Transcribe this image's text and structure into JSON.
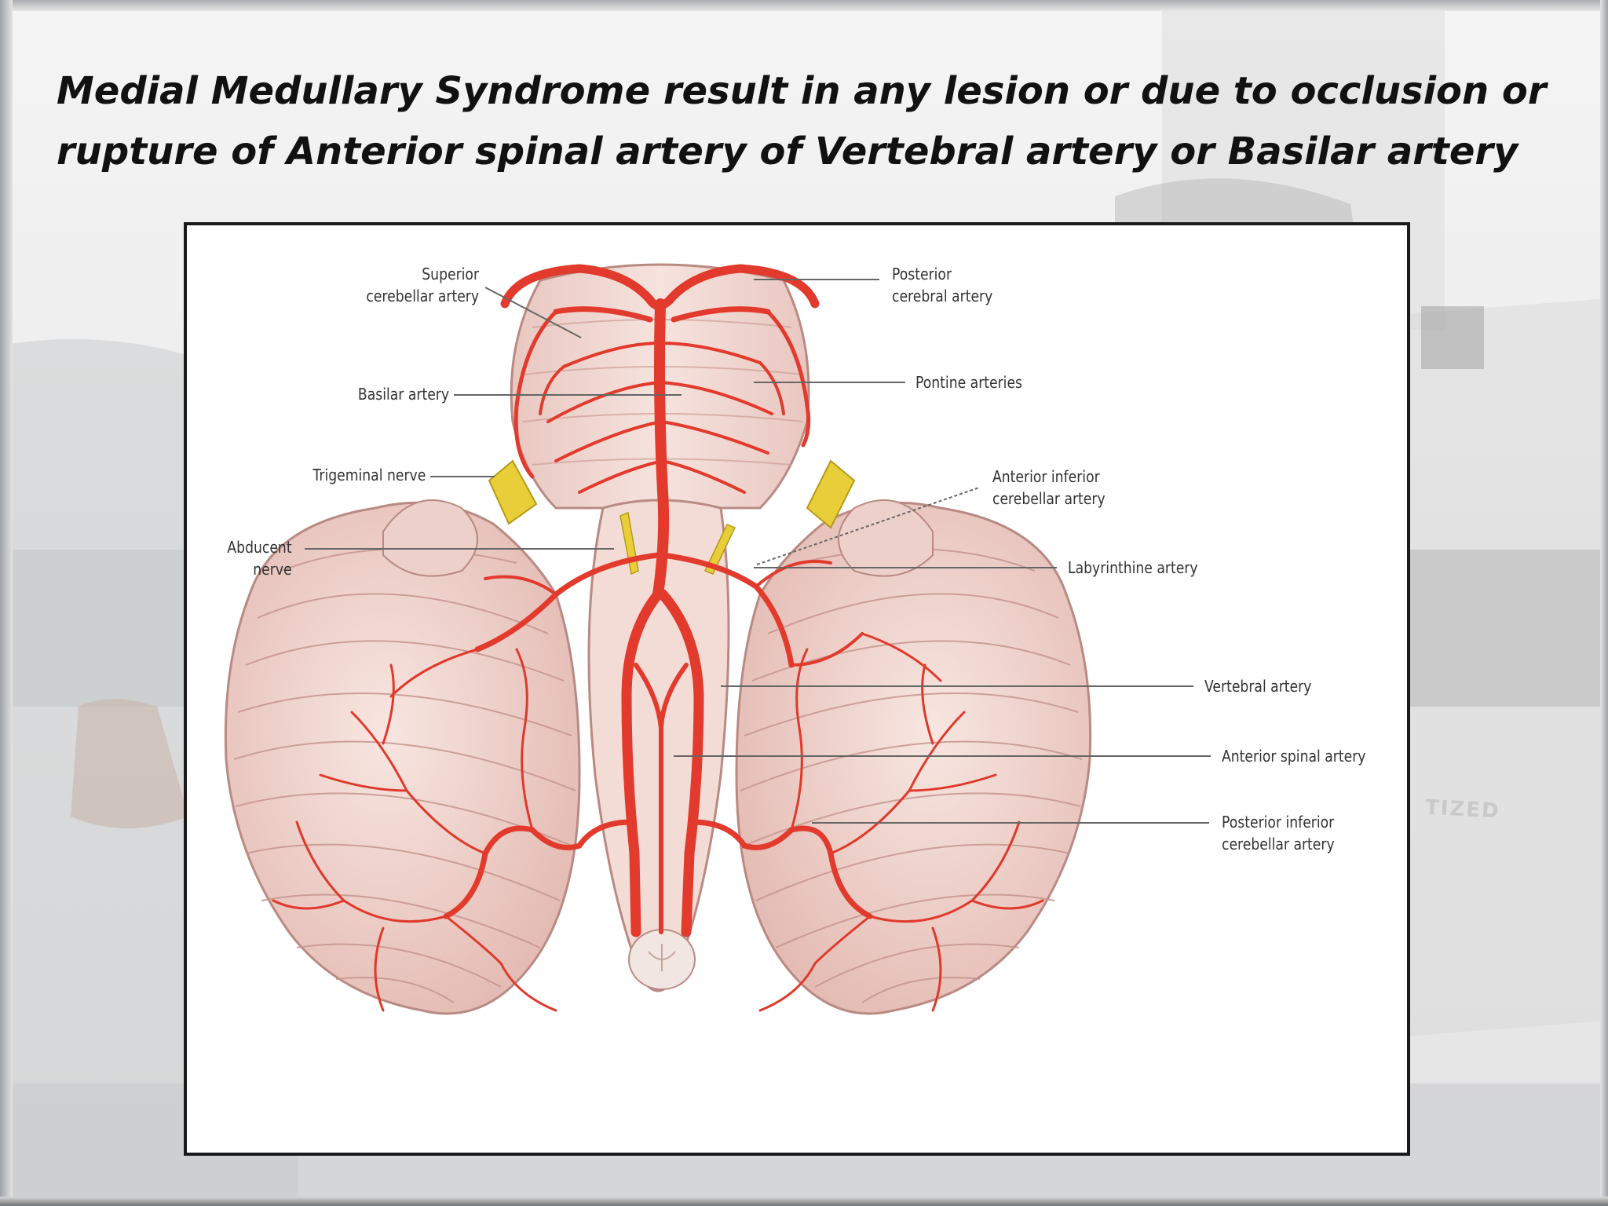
{
  "title": {
    "line1": "Medial Medullary Syndrome result in any lesion or due to occlusion or",
    "line2": "rupture of Anterior spinal artery of Vertebral artery or Basilar artery"
  },
  "labels": {
    "superior_cerebellar": [
      "Superior",
      "cerebellar artery"
    ],
    "posterior_cerebral": [
      "Posterior",
      "cerebral artery"
    ],
    "basilar": "Basilar artery",
    "pontine": "Pontine arteries",
    "trigeminal": "Trigeminal nerve",
    "anterior_inferior_cerebellar": [
      "Anterior inferior",
      "cerebellar artery"
    ],
    "abducent": [
      "Abducent",
      "nerve"
    ],
    "labyrinthine": "Labyrinthine artery",
    "vertebral": "Vertebral artery",
    "anterior_spinal": "Anterior spinal artery",
    "posterior_inferior_cerebellar": [
      "Posterior inferior",
      "cerebellar artery"
    ]
  },
  "watermark": "TIZED",
  "colors": {
    "artery": "#e23a2c",
    "artery_dark": "#b8261c",
    "brain_tissue": "#f2d6cf",
    "brain_fold": "#c79b95",
    "nerve": "#e8cf3a",
    "leader_line": "#666666"
  }
}
